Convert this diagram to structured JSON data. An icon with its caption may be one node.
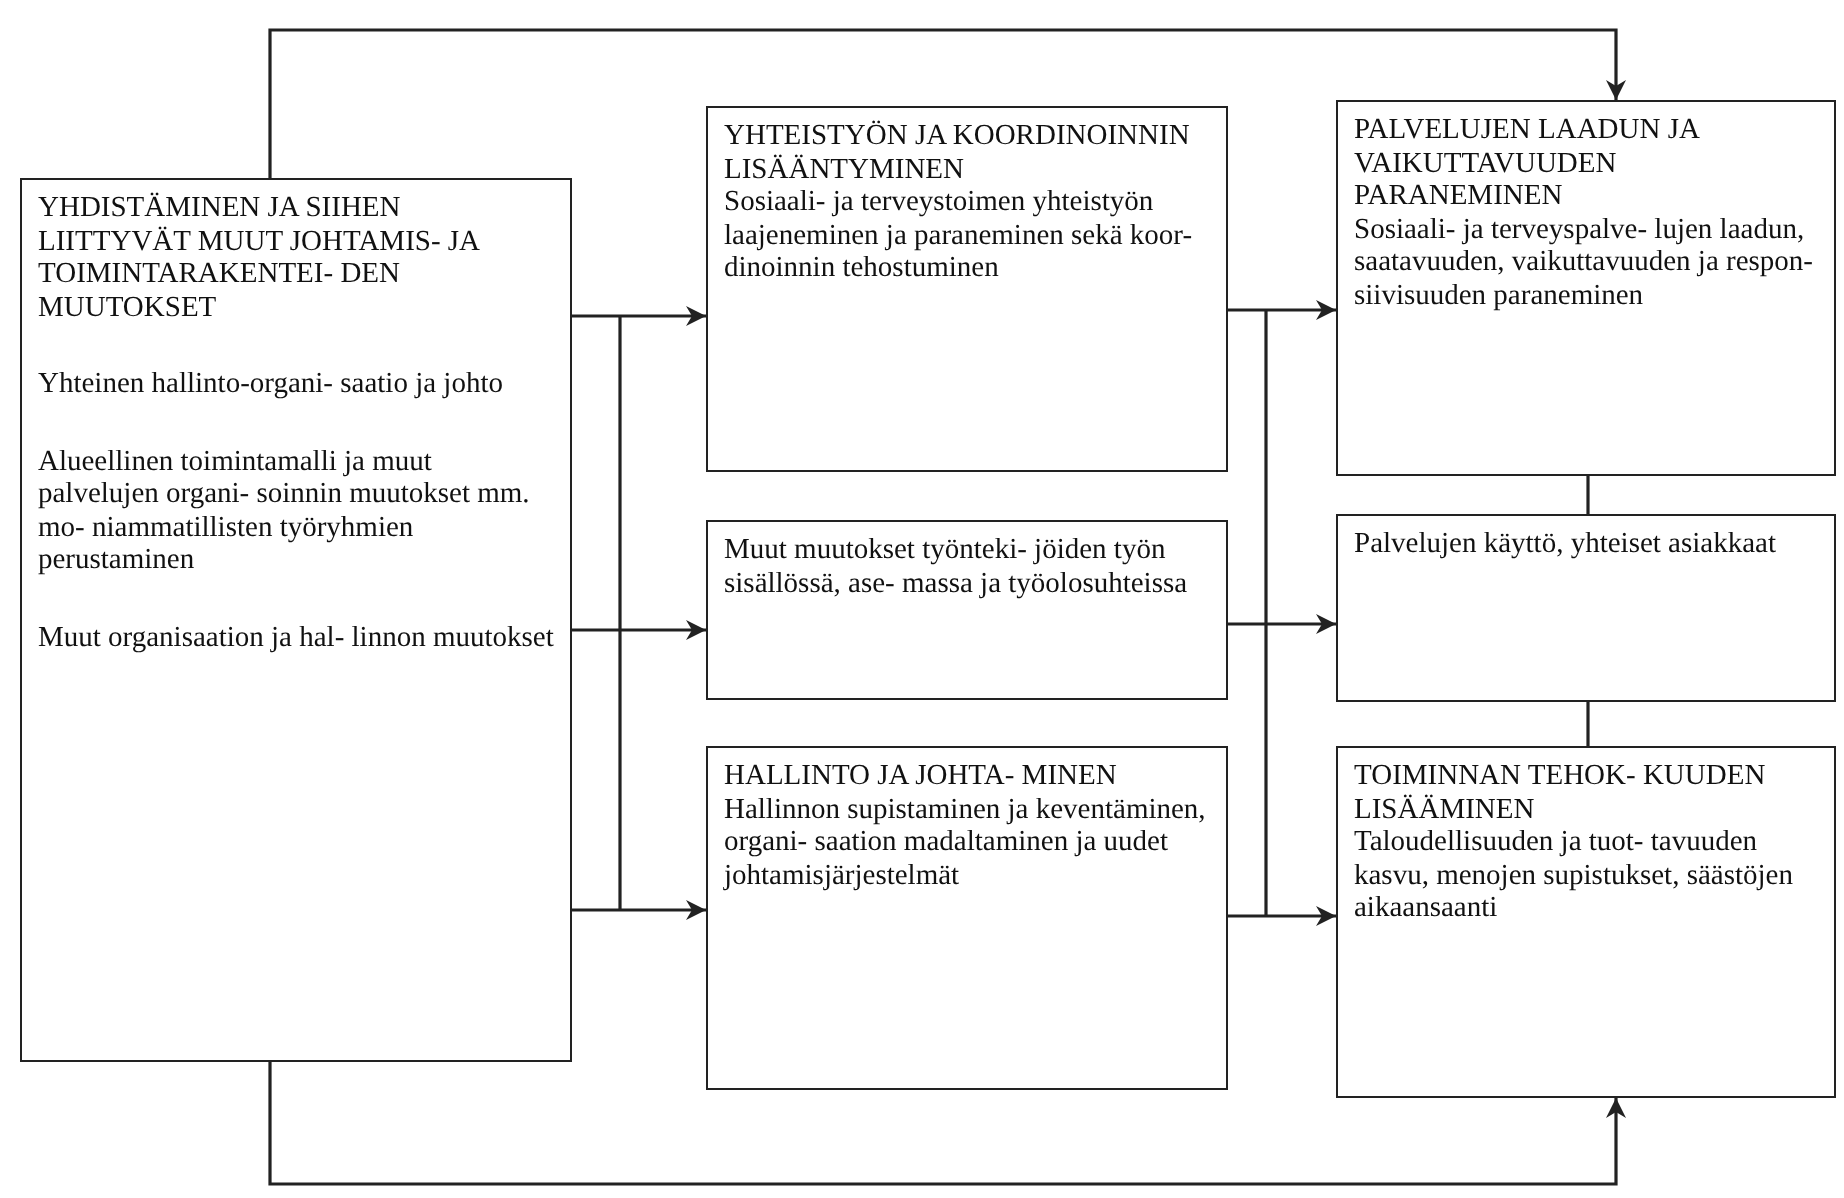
{
  "diagram": {
    "nodes": [
      {
        "text": [
          "YHDISTÄMINEN JA SIIHEN LIITTYVÄT MUUT JOHTAMIS- JA TOIMINTARAKENTEI- DEN MUUTOKSET",
          "Yhteinen hallinto-organi- saatio ja johto",
          "Alueellinen toimintamalli ja muut palvelujen organi- soinnin muutokset mm. mo- niammatillisten työryhmien perustaminen",
          "Muut organisaation ja hal- linnon muutokset"
        ]
      },
      {
        "text": [
          "YHTEISTYÖN JA KOORDINOINNIN LISÄÄNTYMINEN",
          "Sosiaali- ja terveystoimen yhteistyön laajeneminen ja paraneminen sekä koor- dinoinnin tehostuminen"
        ]
      },
      {
        "text": [
          "Muut muutokset työnteki- jöiden työn sisällössä, ase- massa ja työolosuhteissa"
        ]
      },
      {
        "text": [
          "HALLINTO JA JOHTA- MINEN",
          "Hallinnon supistaminen ja keventäminen, organi- saation madaltaminen ja uudet johtamisjärjestelmät"
        ]
      },
      {
        "text": [
          "PALVELUJEN LAADUN JA VAIKUTTAVUUDEN PARANEMINEN",
          "Sosiaali- ja terveyspalve- lujen laadun, saatavuuden, vaikuttavuuden ja respon- siivisuuden paraneminen"
        ]
      },
      {
        "text": [
          "Palvelujen käyttö, yhteiset asiakkaat"
        ]
      },
      {
        "text": [
          "TOIMINNAN TEHOK- KUUDEN LISÄÄMINEN",
          "Taloudellisuuden ja tuot- tavuuden kasvu, menojen supistukset, säästöjen aikaansaanti"
        ]
      }
    ],
    "edges": [
      {
        "from": 0,
        "to": 1,
        "arrow": "to"
      },
      {
        "from": 0,
        "to": 2,
        "arrow": "to"
      },
      {
        "from": 0,
        "to": 3,
        "arrow": "to"
      },
      {
        "from": 1,
        "to": 4,
        "arrow": "to"
      },
      {
        "from": 2,
        "to": 5,
        "arrow": "to"
      },
      {
        "from": 3,
        "to": 6,
        "arrow": "to"
      },
      {
        "from": 0,
        "to": 4,
        "arrow": "to"
      },
      {
        "from": 0,
        "to": 6,
        "arrow": "to"
      },
      {
        "from": 4,
        "to": 5,
        "arrow": "none"
      },
      {
        "from": 5,
        "to": 6,
        "arrow": "none"
      }
    ]
  }
}
